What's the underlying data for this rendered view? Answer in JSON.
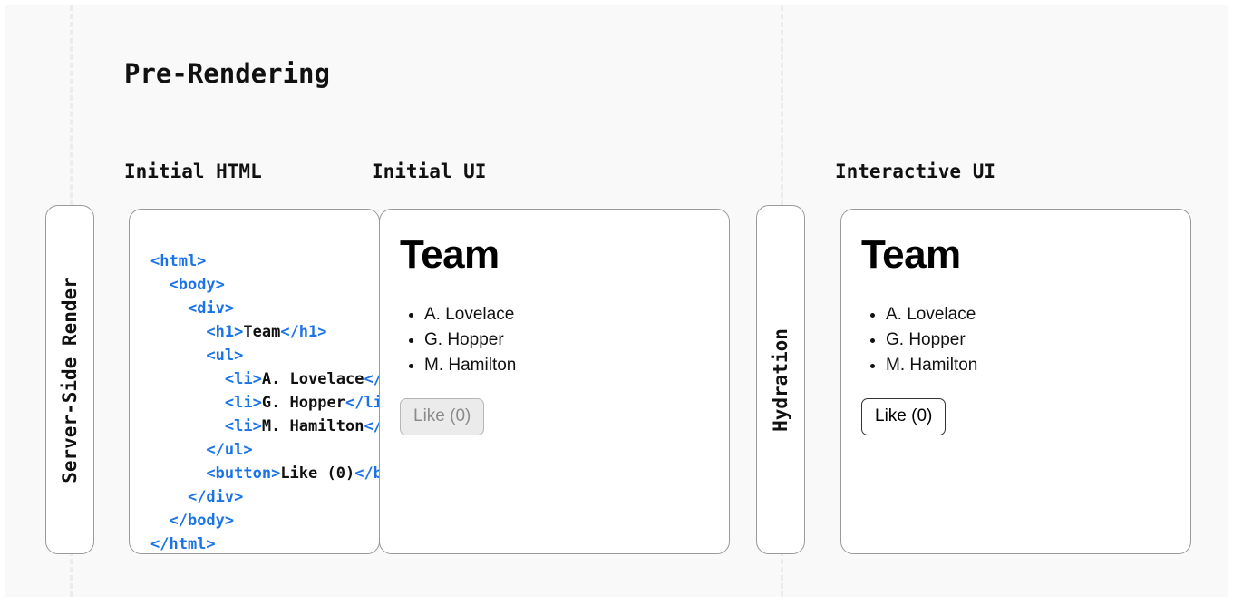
{
  "title": "Pre-Rendering",
  "columns": {
    "initial_html": "Initial HTML",
    "initial_ui": "Initial UI",
    "interactive_ui": "Interactive UI"
  },
  "stages": [
    {
      "label": "Server-Side Render"
    },
    {
      "label": "Hydration"
    }
  ],
  "code": {
    "lines": [
      {
        "indent": 0,
        "segments": [
          {
            "t": "tag",
            "v": "<html>"
          }
        ]
      },
      {
        "indent": 1,
        "segments": [
          {
            "t": "tag",
            "v": "<body>"
          }
        ]
      },
      {
        "indent": 2,
        "segments": [
          {
            "t": "tag",
            "v": "<div>"
          }
        ]
      },
      {
        "indent": 3,
        "segments": [
          {
            "t": "tag",
            "v": "<h1>"
          },
          {
            "t": "txt",
            "v": "Team"
          },
          {
            "t": "tag",
            "v": "</h1>"
          }
        ]
      },
      {
        "indent": 3,
        "segments": [
          {
            "t": "tag",
            "v": "<ul>"
          }
        ]
      },
      {
        "indent": 4,
        "segments": [
          {
            "t": "tag",
            "v": "<li>"
          },
          {
            "t": "txt",
            "v": "A. Lovelace"
          },
          {
            "t": "tag",
            "v": "</li>"
          }
        ]
      },
      {
        "indent": 4,
        "segments": [
          {
            "t": "tag",
            "v": "<li>"
          },
          {
            "t": "txt",
            "v": "G. Hopper"
          },
          {
            "t": "tag",
            "v": "</li>"
          }
        ]
      },
      {
        "indent": 4,
        "segments": [
          {
            "t": "tag",
            "v": "<li>"
          },
          {
            "t": "txt",
            "v": "M. Hamilton"
          },
          {
            "t": "tag",
            "v": "</li>"
          }
        ]
      },
      {
        "indent": 3,
        "segments": [
          {
            "t": "tag",
            "v": "</ul>"
          }
        ]
      },
      {
        "indent": 3,
        "segments": [
          {
            "t": "tag",
            "v": "<button>"
          },
          {
            "t": "txt",
            "v": "Like (0)"
          },
          {
            "t": "tag",
            "v": "</button>"
          }
        ]
      },
      {
        "indent": 2,
        "segments": [
          {
            "t": "tag",
            "v": "</div>"
          }
        ]
      },
      {
        "indent": 1,
        "segments": [
          {
            "t": "tag",
            "v": "</body>"
          }
        ]
      },
      {
        "indent": 0,
        "segments": [
          {
            "t": "tag",
            "v": "</html>"
          }
        ]
      }
    ]
  },
  "ui": {
    "heading": "Team",
    "members": [
      "A. Lovelace",
      "G. Hopper",
      "M. Hamilton"
    ],
    "button_label": "Like (0)"
  },
  "colors": {
    "canvas": "#f9f9f9",
    "card_border": "#9a9a9a",
    "guide": "#ececec",
    "code_tag": "#1a73e8",
    "code_text": "#111111",
    "button_disabled_bg": "#ebebeb",
    "button_disabled_text": "#8b8b8b",
    "button_active_border": "#333333"
  }
}
